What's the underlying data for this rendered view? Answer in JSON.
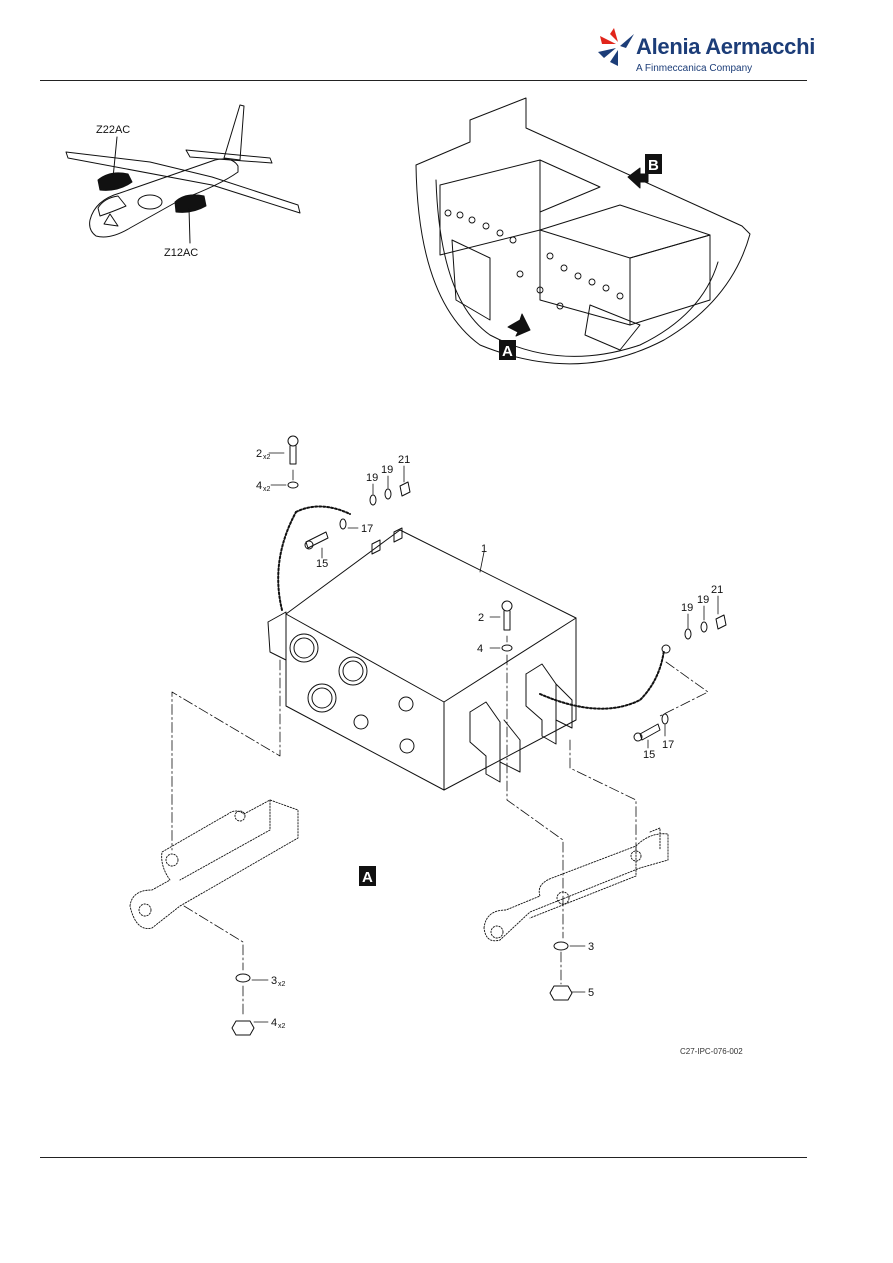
{
  "header": {
    "company": "Alenia Aermacchi",
    "tagline": "A Finmeccanica Company",
    "logo_icon": "swoosh-logo-icon",
    "brand_color": "#1c3d78",
    "accent_color": "#e1251b"
  },
  "zones": {
    "upper": "Z22AC",
    "lower": "Z12AC"
  },
  "view_labels": {
    "a": "A",
    "b": "B",
    "detail": "A"
  },
  "callouts": {
    "c2x2": "2",
    "c4x2": "4",
    "x2": "x2",
    "c19a": "19",
    "c19b": "19",
    "c21a": "21",
    "c17a": "17",
    "c15a": "15",
    "c1": "1",
    "c2": "2",
    "c4": "4",
    "c19c": "19",
    "c19d": "19",
    "c21b": "21",
    "c15b": "15",
    "c17b": "17",
    "c3": "3",
    "c5": "5",
    "c3x2": "3",
    "c4x2b": "4"
  },
  "figure_ref": "C27-IPC-076-002"
}
